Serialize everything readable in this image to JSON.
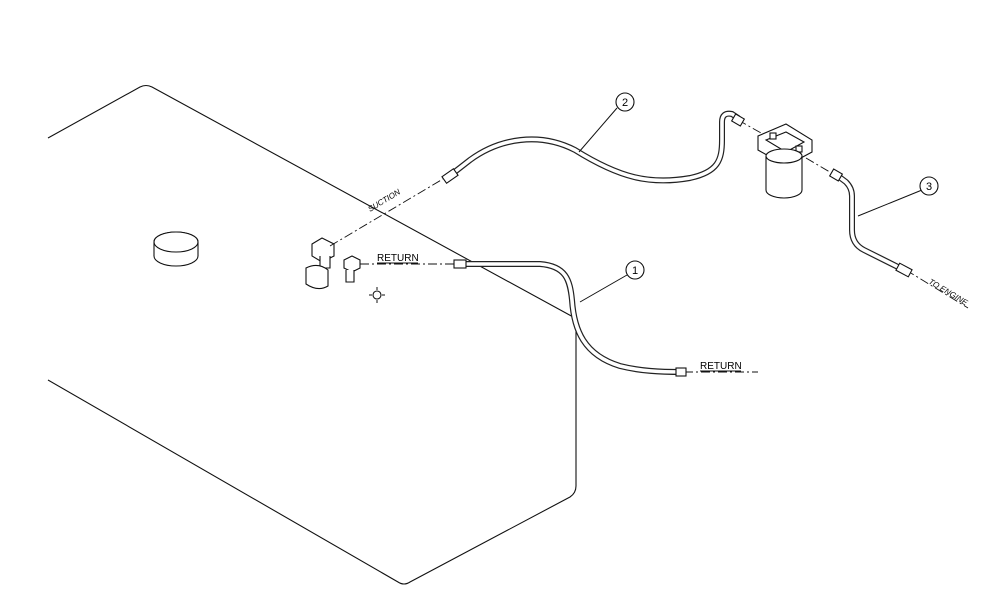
{
  "diagram": {
    "labels": {
      "suction": "SUCTION",
      "return_upper": "RETURN",
      "return_lower": "RETURN",
      "to_engine": "TO ENGINE"
    },
    "callouts": [
      {
        "id": "callout-1",
        "number": "1"
      },
      {
        "id": "callout-2",
        "number": "2"
      },
      {
        "id": "callout-3",
        "number": "3"
      }
    ],
    "colors": {
      "line": "#111111",
      "background": "#ffffff"
    }
  }
}
